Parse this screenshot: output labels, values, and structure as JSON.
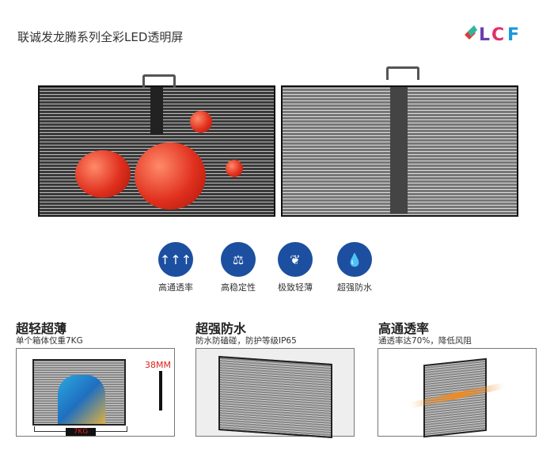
{
  "header": {
    "title": "联诚发龙腾系列全彩LED透明屏",
    "logo_text": "LCF"
  },
  "features": [
    {
      "icon": "waves-arrows-icon",
      "label": "高通透率"
    },
    {
      "icon": "balance-icon",
      "label": "高稳定性"
    },
    {
      "icon": "feather-icon",
      "label": "极致轻薄"
    },
    {
      "icon": "water-drops-icon",
      "label": "超强防水"
    }
  ],
  "sections": [
    {
      "title": "超轻超薄",
      "subtitle": "单个箱体仅重7KG",
      "thickness": "38MM",
      "weight": "7KG"
    },
    {
      "title": "超强防水",
      "subtitle": "防水防磕碰，防护等级IP65"
    },
    {
      "title": "高通透率",
      "subtitle": "通透率达70%，降低风阻"
    }
  ],
  "colors": {
    "icon_bg": "#1c4fa0",
    "accent_red": "#e02020"
  }
}
